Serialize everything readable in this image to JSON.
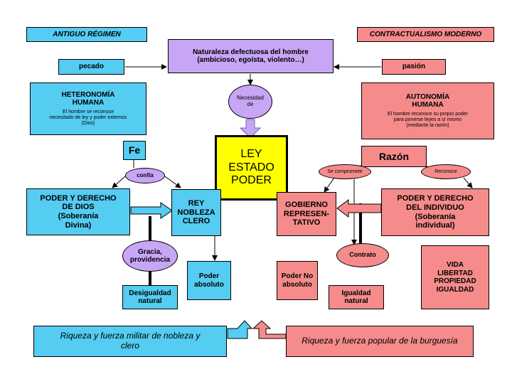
{
  "colors": {
    "blue": "#55ccf2",
    "red": "#f58b8b",
    "purple": "#c7a6f5",
    "yellow": "#ffff00",
    "ellipse": "#c7a6f5"
  },
  "header_left": "ANTIGUO RÉGIMEN",
  "header_right": "CONTRACTUALISMO MODERNO",
  "nature": {
    "title": "Naturaleza defectuosa del hombre",
    "detail": "(ambicioso, egoísta, violento…)"
  },
  "pecado": "pecado",
  "pasion": "pasión",
  "necesidad": "Necesidad\nde",
  "heteronomia": {
    "title": "HETERONOMÍA\nHUMANA",
    "desc": "El hombre se reconoce\nnecesitado de ley y poder externos\n(Dios)"
  },
  "autonomia": {
    "title": "AUTONOMÍA\nHUMANA",
    "desc": "El hombre reconoce su propio poder\npara ponerse leyes a sí mismo\n(mediante la razón)"
  },
  "center": "LEY\nESTADO\nPODER",
  "fe": "Fe",
  "razon": "Razón",
  "confia": "confía",
  "se_compromete": "Se compromete",
  "reconoce": "Reconoce",
  "poder_dios": "PODER Y DERECHO\nDE DIOS\n(Soberanía\nDivina)",
  "rey": "REY\nNOBLEZA\nCLERO",
  "gobierno": "GOBIERNO\nREPRESEN-\nTATIVO",
  "poder_individuo": "PODER Y DERECHO\nDEL INDIVIDUO\n(Soberanía\nindividual)",
  "gracia": "Gracia,\nprovidencia",
  "contrato": "Contrato",
  "poder_absoluto": "Poder\nabsoluto",
  "poder_no_absoluto": "Poder No\nabsoluto",
  "desigualdad": "Desigualdad\nnatural",
  "igualdad": "Igualdad\nnatural",
  "vida": "VIDA\nLIBERTAD\nPROPIEDAD\nIGUALDAD",
  "riqueza_nobleza": "Riqueza y fuerza militar de nobleza y\nclero",
  "riqueza_burguesia": "Riqueza y fuerza popular de la burguesía"
}
